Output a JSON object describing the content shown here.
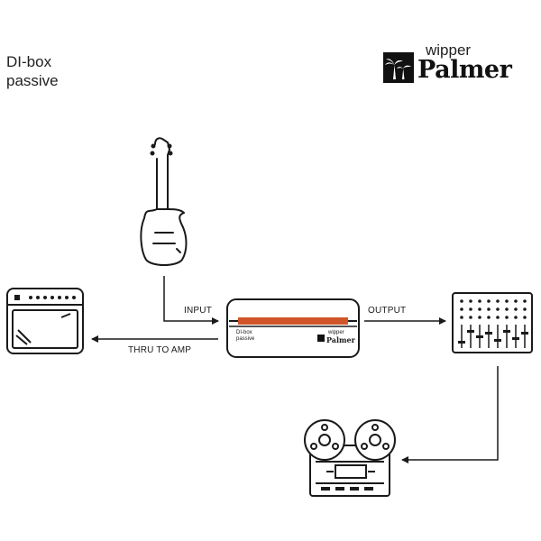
{
  "title": {
    "line1": "DI-box",
    "line2": "passive"
  },
  "brand": {
    "wipper": "wipper",
    "palmer": "Palmer"
  },
  "labels": {
    "input": "INPUT",
    "output": "OUTPUT",
    "thru": "THRU TO AMP"
  },
  "device": {
    "line1": "DI-box",
    "line2": "passive",
    "brand_small": "wipper",
    "brand_name": "Palmer"
  },
  "icons": [
    "electric-guitar-icon",
    "amplifier-icon",
    "mixer-icon",
    "tape-recorder-icon",
    "palm-tree-logo"
  ],
  "colors": {
    "accent": "#d0562a",
    "line": "#1a1a1a"
  }
}
